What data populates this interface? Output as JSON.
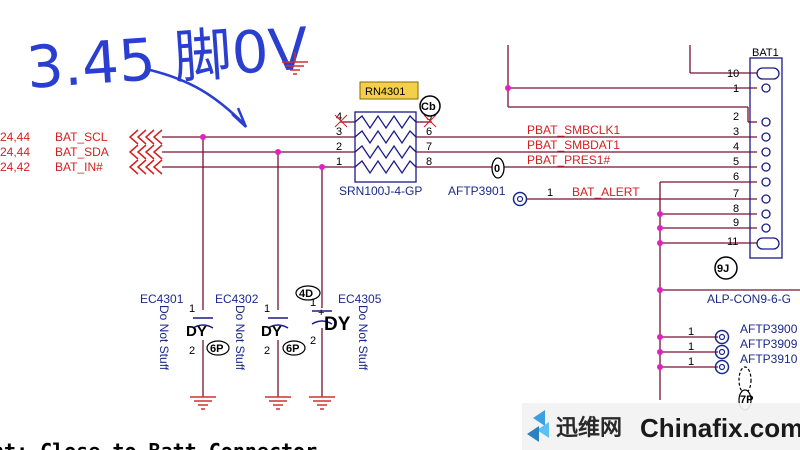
{
  "annotation": {
    "handwritten": "3.45 脚0V"
  },
  "left_nets": [
    {
      "ref": "24,44",
      "name": "BAT_SCL"
    },
    {
      "ref": "24,44",
      "name": "BAT_SDA"
    },
    {
      "ref": "24,42",
      "name": "BAT_IN#"
    }
  ],
  "rn4301": {
    "ref": "RN4301",
    "part": "SRN100J-4-GP",
    "badge": "Cb",
    "left_pins": [
      "4",
      "3",
      "2",
      "1"
    ],
    "right_pins": [
      "5",
      "6",
      "7",
      "8"
    ]
  },
  "right_nets": [
    "PBAT_SMBCLK1",
    "PBAT_SMBDAT1",
    "PBAT_PRES1#"
  ],
  "testpoint": {
    "ref": "AFTP3901",
    "pin": "1",
    "net": "BAT_ALERT",
    "badge": "0"
  },
  "connector": {
    "ref": "BAT1",
    "pins": [
      "10",
      "1",
      "2",
      "3",
      "4",
      "5",
      "6",
      "7",
      "8",
      "9",
      "11"
    ],
    "part": "ALP-CON9-6-G",
    "badge": "9J"
  },
  "caps": [
    {
      "ref": "EC4301",
      "dy": "DY",
      "note": "Do Not Stuff",
      "pin1": "1",
      "pin2": "2",
      "badge": "6P"
    },
    {
      "ref": "EC4302",
      "dy": "DY",
      "note": "Do Not Stuff",
      "pin1": "1",
      "pin2": "2",
      "badge": "6P"
    },
    {
      "ref": "EC4305",
      "dy": "DY",
      "note": "Do Not Stuff",
      "pin1": "1",
      "pin2": "2",
      "badge": "4D"
    }
  ],
  "right_testpoints": [
    {
      "ref": "AFTP3900",
      "pin": "1"
    },
    {
      "ref": "AFTP3909",
      "pin": "1"
    },
    {
      "ref": "AFTP3910",
      "pin": "1"
    }
  ],
  "right_badge": "7P",
  "bottom_text": "nt: Close to Batt Connector",
  "watermark": {
    "cn": "迅维网",
    "en": "Chinafix.com"
  },
  "colors": {
    "wire": "#7a1030",
    "net": "#d42020",
    "blue": "#1a2a8a",
    "junction": "#e020c0",
    "ground": "#d03030",
    "label_bg": "#f4d04a",
    "handwriting": "#2a3fd0"
  }
}
